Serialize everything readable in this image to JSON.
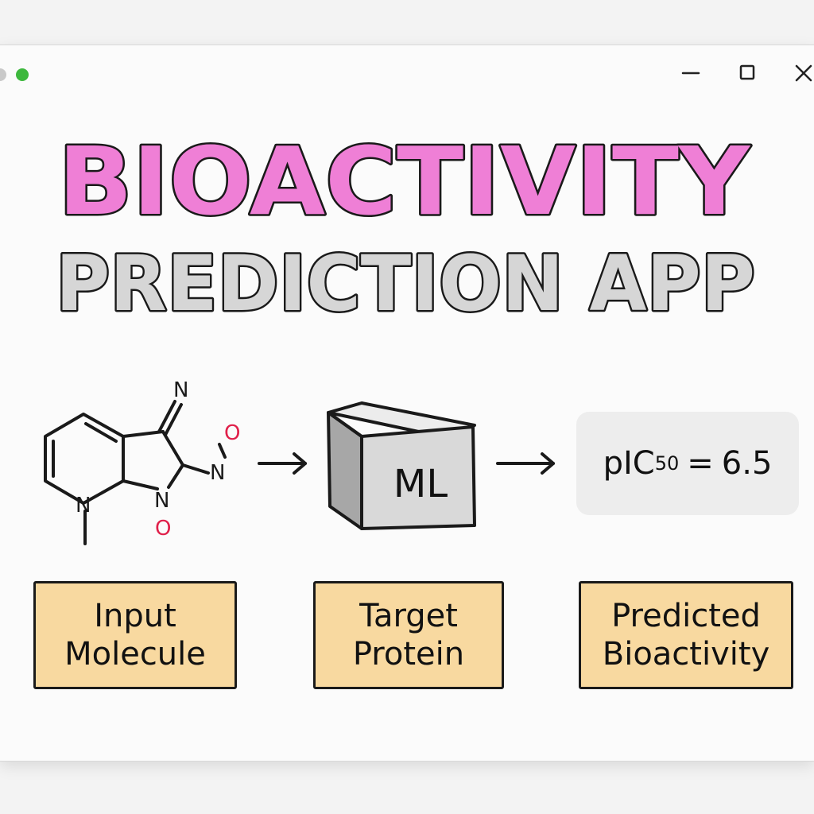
{
  "window": {
    "dot_color": "#3db83d",
    "controls": {
      "minimize_icon": "minimize-icon",
      "maximize_icon": "maximize-icon",
      "close_icon": "close-icon"
    }
  },
  "headline": {
    "line1": "BIOACTIVITY",
    "line2": "PREDICTION APP",
    "line1_color": "#ef7fd6",
    "line2_color": "#d6d6d6"
  },
  "pipeline": {
    "molecule": {
      "atoms": {
        "n_top": "N",
        "n_ring": "N",
        "n_pyridine": "N",
        "n_nitro": "N",
        "o_top": "O",
        "o_bottom": "O"
      },
      "oxygen_color": "#e0204a"
    },
    "model": {
      "label": "ML"
    },
    "result": {
      "prefix": "pIC",
      "subscript": "50",
      "equals": "=",
      "value": "6.5"
    },
    "labels": [
      {
        "line1": "Input",
        "line2": "Molecule"
      },
      {
        "line1": "Target",
        "line2": "Protein"
      },
      {
        "line1": "Predicted",
        "line2": "Bioactivity"
      }
    ],
    "label_color": "#f8d9a0"
  }
}
